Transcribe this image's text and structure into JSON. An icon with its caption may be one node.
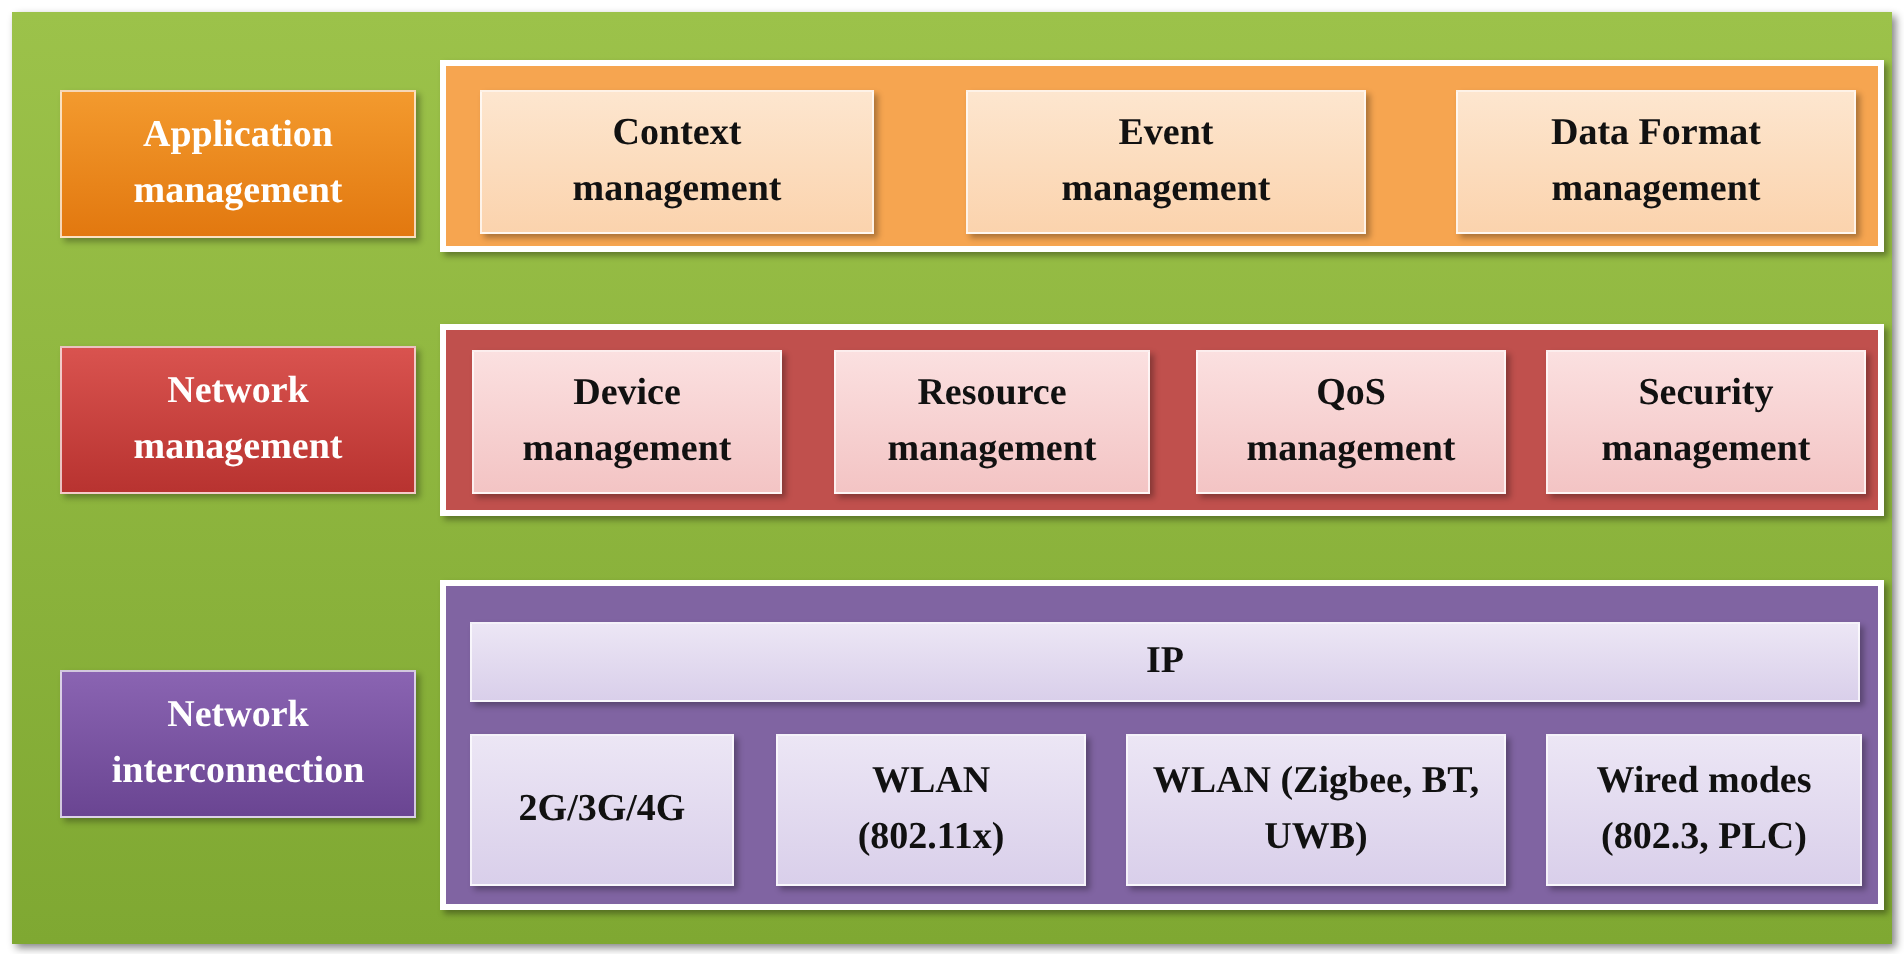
{
  "diagram": {
    "nodes": [
      {
        "text": [
          "Application management"
        ]
      },
      {
        "text": [],
        "shape": "box"
      },
      {
        "text": [
          "Context management"
        ],
        "in": 1
      },
      {
        "text": [
          "Event management"
        ],
        "in": 1
      },
      {
        "text": [
          "Data Format management"
        ],
        "in": 1
      },
      {
        "text": [
          "Network management"
        ]
      },
      {
        "text": [],
        "shape": "box"
      },
      {
        "text": [
          "Device management"
        ],
        "in": 6
      },
      {
        "text": [
          "Resource management"
        ],
        "in": 6
      },
      {
        "text": [
          "QoS management"
        ],
        "in": 6
      },
      {
        "text": [
          "Security management"
        ],
        "in": 6
      },
      {
        "text": [
          "Network interconnection"
        ]
      },
      {
        "text": [],
        "shape": "box"
      },
      {
        "text": [
          "IP"
        ],
        "in": 12
      },
      {
        "text": [
          "2G/3G/4G"
        ],
        "in": 12
      },
      {
        "text": [
          "WLAN (802.11x)"
        ],
        "in": 12
      },
      {
        "text": [
          "WLAN (Zigbee, BT, UWB)"
        ],
        "in": 12
      },
      {
        "text": [
          "Wired modes (802.3, PLC)"
        ],
        "in": 12
      }
    ]
  }
}
